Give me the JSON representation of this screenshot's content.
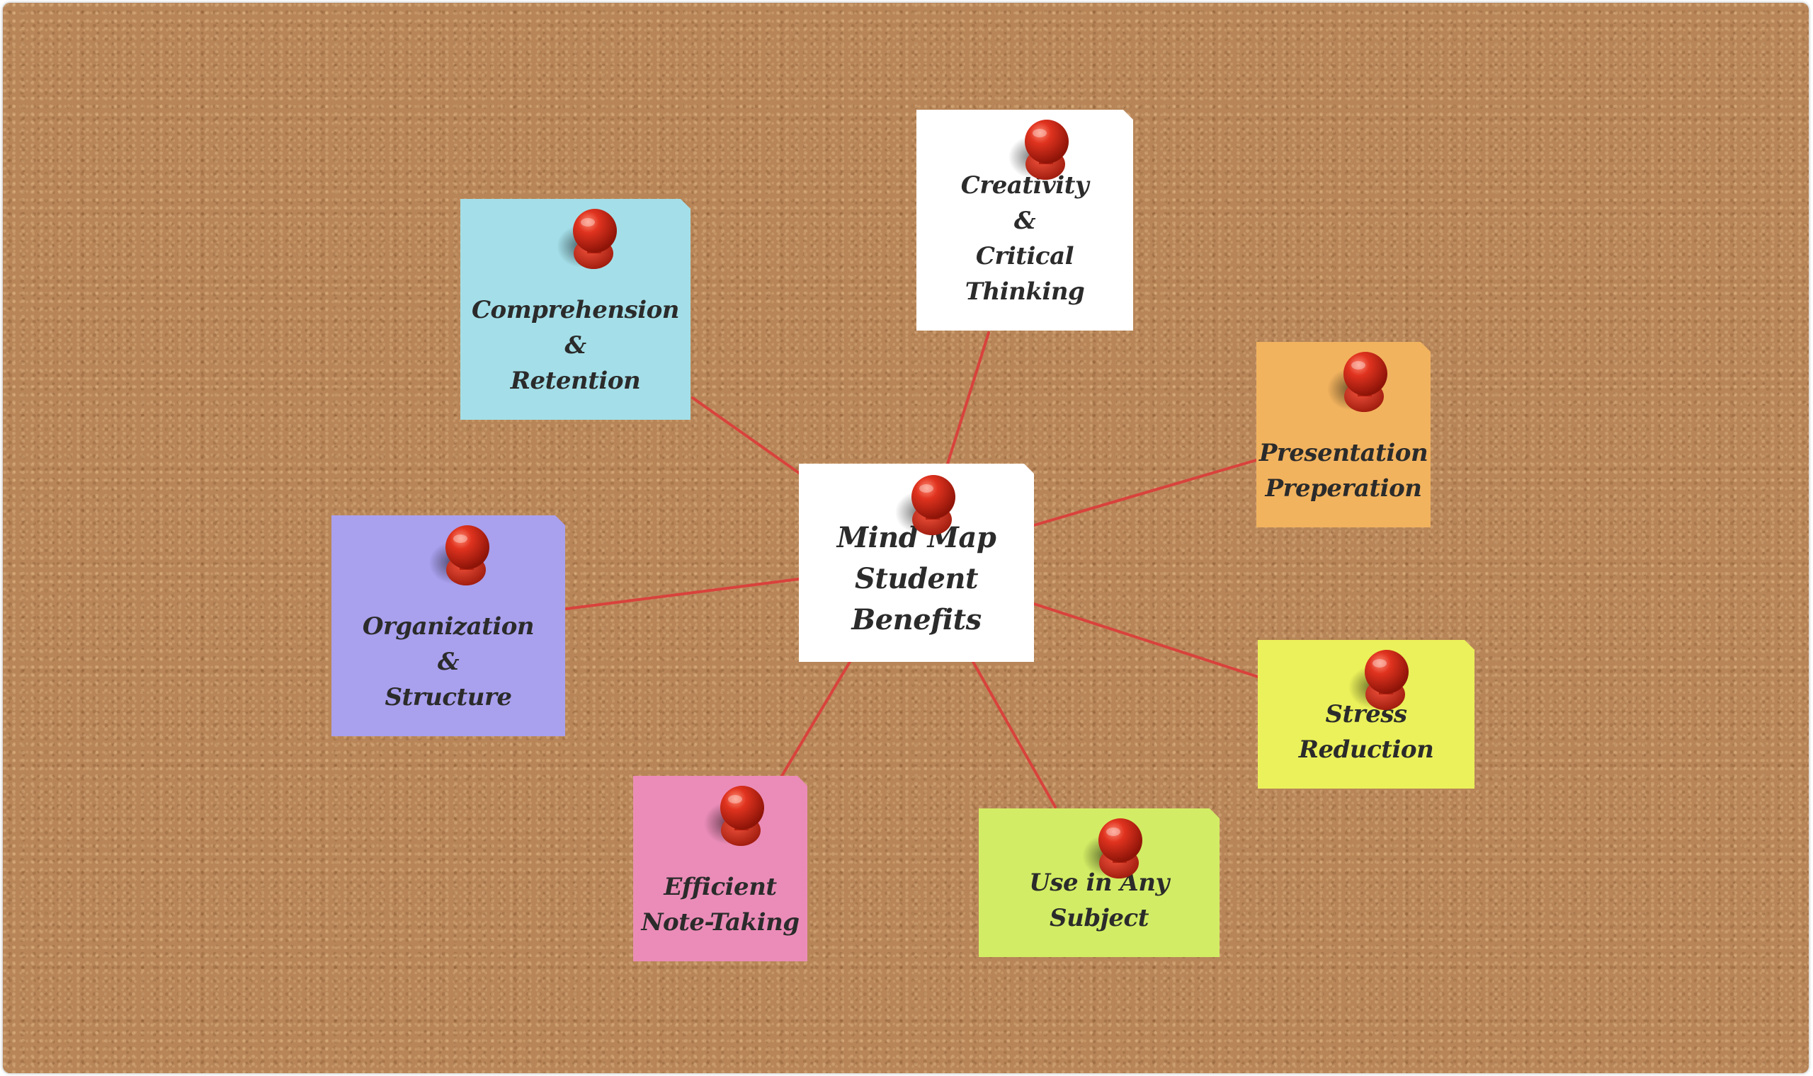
{
  "central_topic": {
    "label": "Mind Map\nStudent Benefits"
  },
  "branches": [
    {
      "label": "Creativity\n&\nCritical Thinking"
    },
    {
      "label": "Comprehension\n&\nRetention"
    },
    {
      "label": "Presentation\nPreperation"
    },
    {
      "label": "Organization\n&\nStructure"
    },
    {
      "label": "Stress Reduction"
    },
    {
      "label": "Efficient\nNote-Taking"
    },
    {
      "label": "Use in Any Subject"
    }
  ],
  "colors": {
    "board": "#b78558",
    "connector": "#d9423c",
    "pin": "#cf2a1d",
    "note_white": "#ffffff",
    "note_blue": "#a4dfe9",
    "note_orange": "#f2b35e",
    "note_purple": "#a9a0ee",
    "note_yellow": "#ebf15a",
    "note_pink": "#eb8cb8",
    "note_green": "#d2ed65"
  },
  "icons": {
    "pin": "pushpin-icon"
  }
}
